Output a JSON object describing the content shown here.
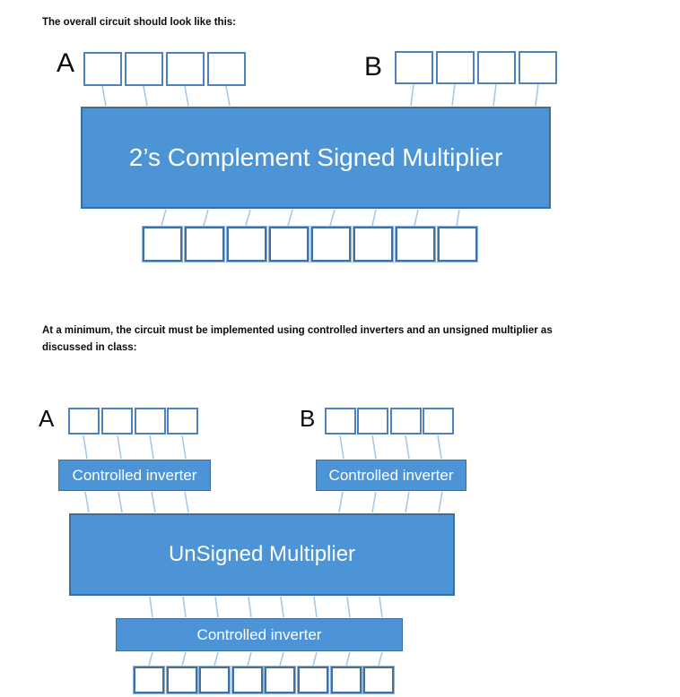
{
  "page": {
    "intro_text_1": "The overall circuit should look like this:",
    "intro_text_2_line1": "At a minimum, the circuit must be implemented using controlled inverters and an unsigned multiplier as",
    "intro_text_2_line2": "discussed in class:"
  },
  "diagram1": {
    "input_a_label": "A",
    "input_b_label": "B",
    "multiplier_label": "2’s Complement Signed Multiplier",
    "operand_bits": 4,
    "product_bits": 8
  },
  "diagram2": {
    "input_a_label": "A",
    "input_b_label": "B",
    "inverter_a_label": "Controlled inverter",
    "inverter_b_label": "Controlled inverter",
    "multiplier_label": "UnSigned Multiplier",
    "output_inverter_label": "Controlled inverter",
    "operand_bits": 4,
    "product_bits": 8
  },
  "colors": {
    "block_fill": "#4D94D6",
    "block_border": "#3D6E9E",
    "bit_box_border": "#4E81BD",
    "bit_box_border_dark": "#41719C",
    "connector": "#A5C8E8"
  }
}
